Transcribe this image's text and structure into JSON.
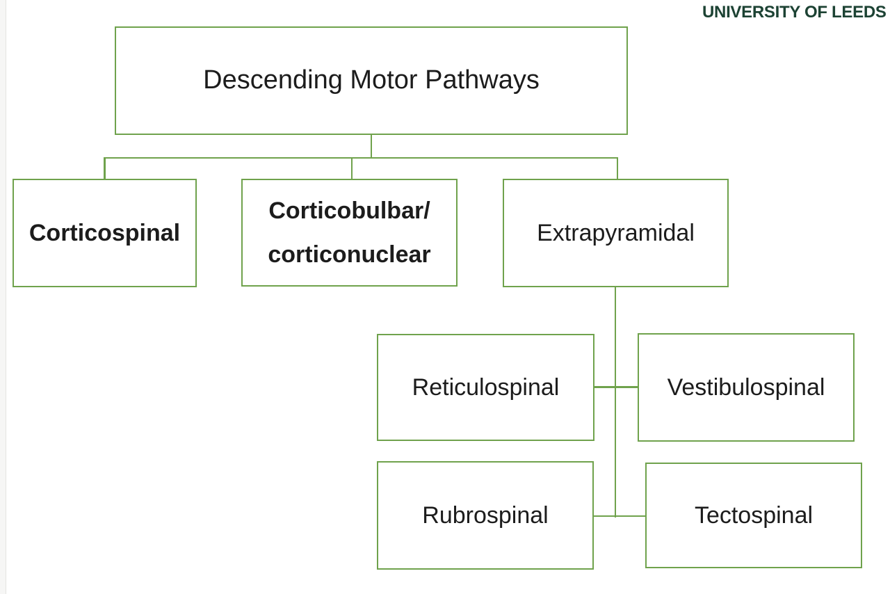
{
  "logo": {
    "text": "UNIVERSITY OF LEEDS"
  },
  "colors": {
    "border_green": "#6fa24c",
    "connector_green": "#6fa24c",
    "label_text": "#1c1c1c",
    "logo_green": "#1c4233"
  },
  "diagram": {
    "type": "hierarchy-flowchart",
    "title": "Descending Motor Pathways",
    "level1": [
      {
        "id": "corticospinal",
        "label": "Corticospinal",
        "bold": true,
        "parent": "root"
      },
      {
        "id": "corticobulbar",
        "label_line1": "Corticobulbar/",
        "label_line2": "corticonuclear",
        "bold": true,
        "parent": "root"
      },
      {
        "id": "extrapyramidal",
        "label": "Extrapyramidal",
        "bold": false,
        "parent": "root"
      }
    ],
    "level2": [
      {
        "id": "reticulospinal",
        "label": "Reticulospinal",
        "parent": "extrapyramidal"
      },
      {
        "id": "vestibulospinal",
        "label": "Vestibulospinal",
        "parent": "extrapyramidal"
      },
      {
        "id": "rubrospinal",
        "label": "Rubrospinal",
        "parent": "extrapyramidal"
      },
      {
        "id": "tectospinal",
        "label": "Tectospinal",
        "parent": "extrapyramidal"
      }
    ]
  }
}
